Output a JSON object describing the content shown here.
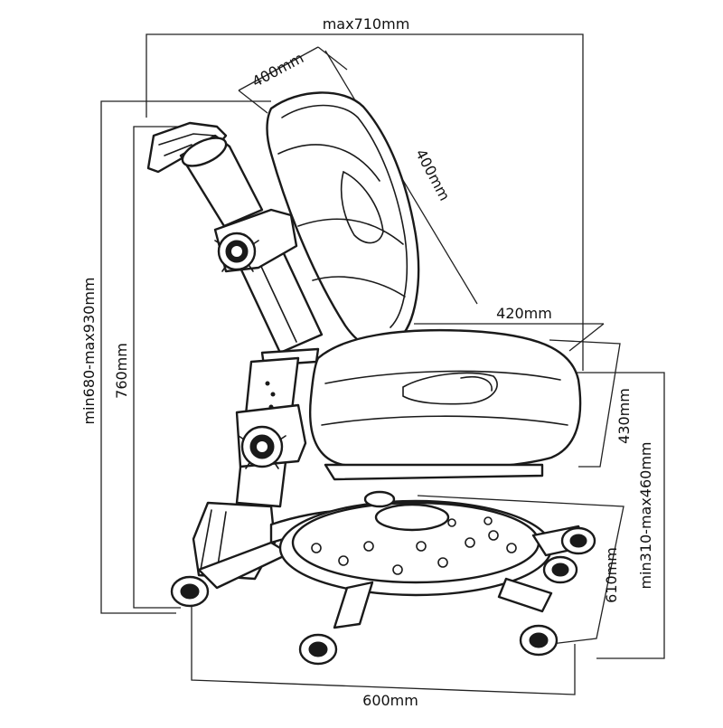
{
  "dimensions": {
    "max_width": "max710mm",
    "back_width": "400mm",
    "back_height": "400mm",
    "seat_depth": "420mm",
    "seat_side": "430mm",
    "total_height_range": "min680-max930mm",
    "back_to_floor": "760mm",
    "seat_height_range": "min310-max460mm",
    "base_depth": "610mm",
    "base_width": "600mm"
  },
  "colors": {
    "line": "#1a1a1a",
    "background": "#ffffff"
  },
  "icons": [
    "adjustment-knob-icon",
    "caster-wheel-icon",
    "footrest-icon"
  ]
}
